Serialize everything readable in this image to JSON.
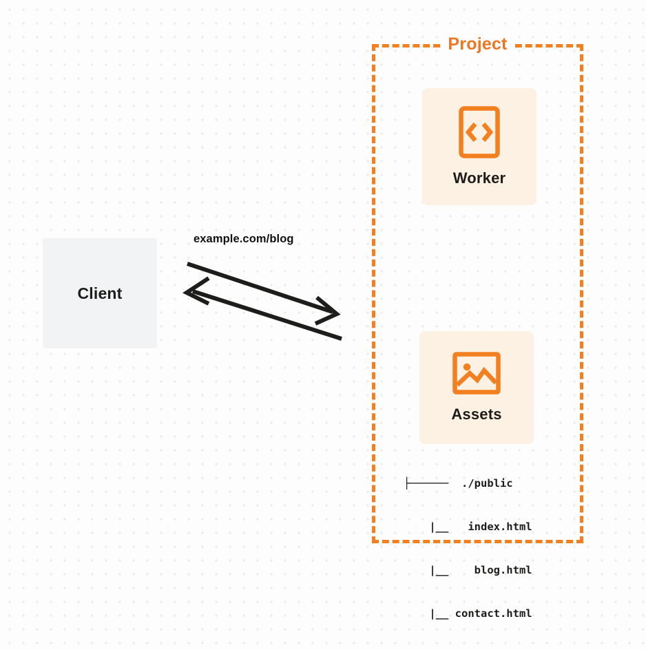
{
  "diagram": {
    "type": "architecture-diagram",
    "background": {
      "style": "dot-grid",
      "dot_color": "#e9e9e9",
      "page_color": "#fdfdfd"
    },
    "colors": {
      "accent_orange": "#f38020",
      "title_orange": "#ed7623",
      "card_background": "#fdf1e3",
      "client_background": "#f2f3f4",
      "text_dark": "#1c1c1a",
      "arrow_color": "#1d1d1b"
    },
    "client": {
      "label": "Client"
    },
    "connection": {
      "label": "example.com/blog",
      "direction": "bidirectional",
      "arrow_outbound": "client-to-project",
      "arrow_inbound": "project-to-client"
    },
    "project": {
      "title": "Project",
      "border_style": "dashed",
      "nodes": [
        {
          "id": "worker",
          "label": "Worker",
          "icon": "code-brackets-icon"
        },
        {
          "id": "assets",
          "label": "Assets",
          "icon": "image-icon"
        }
      ],
      "file_tree": {
        "root": "./public",
        "root_connector": "├──────",
        "entries": [
          {
            "connector": "|__",
            "name": "index.html"
          },
          {
            "connector": "|__",
            "name": "blog.html"
          },
          {
            "connector": "|__",
            "name": "contact.html"
          }
        ],
        "lines": [
          "├──────  ./public",
          "    |__   index.html",
          "    |__    blog.html",
          "    |__ contact.html"
        ]
      }
    }
  }
}
